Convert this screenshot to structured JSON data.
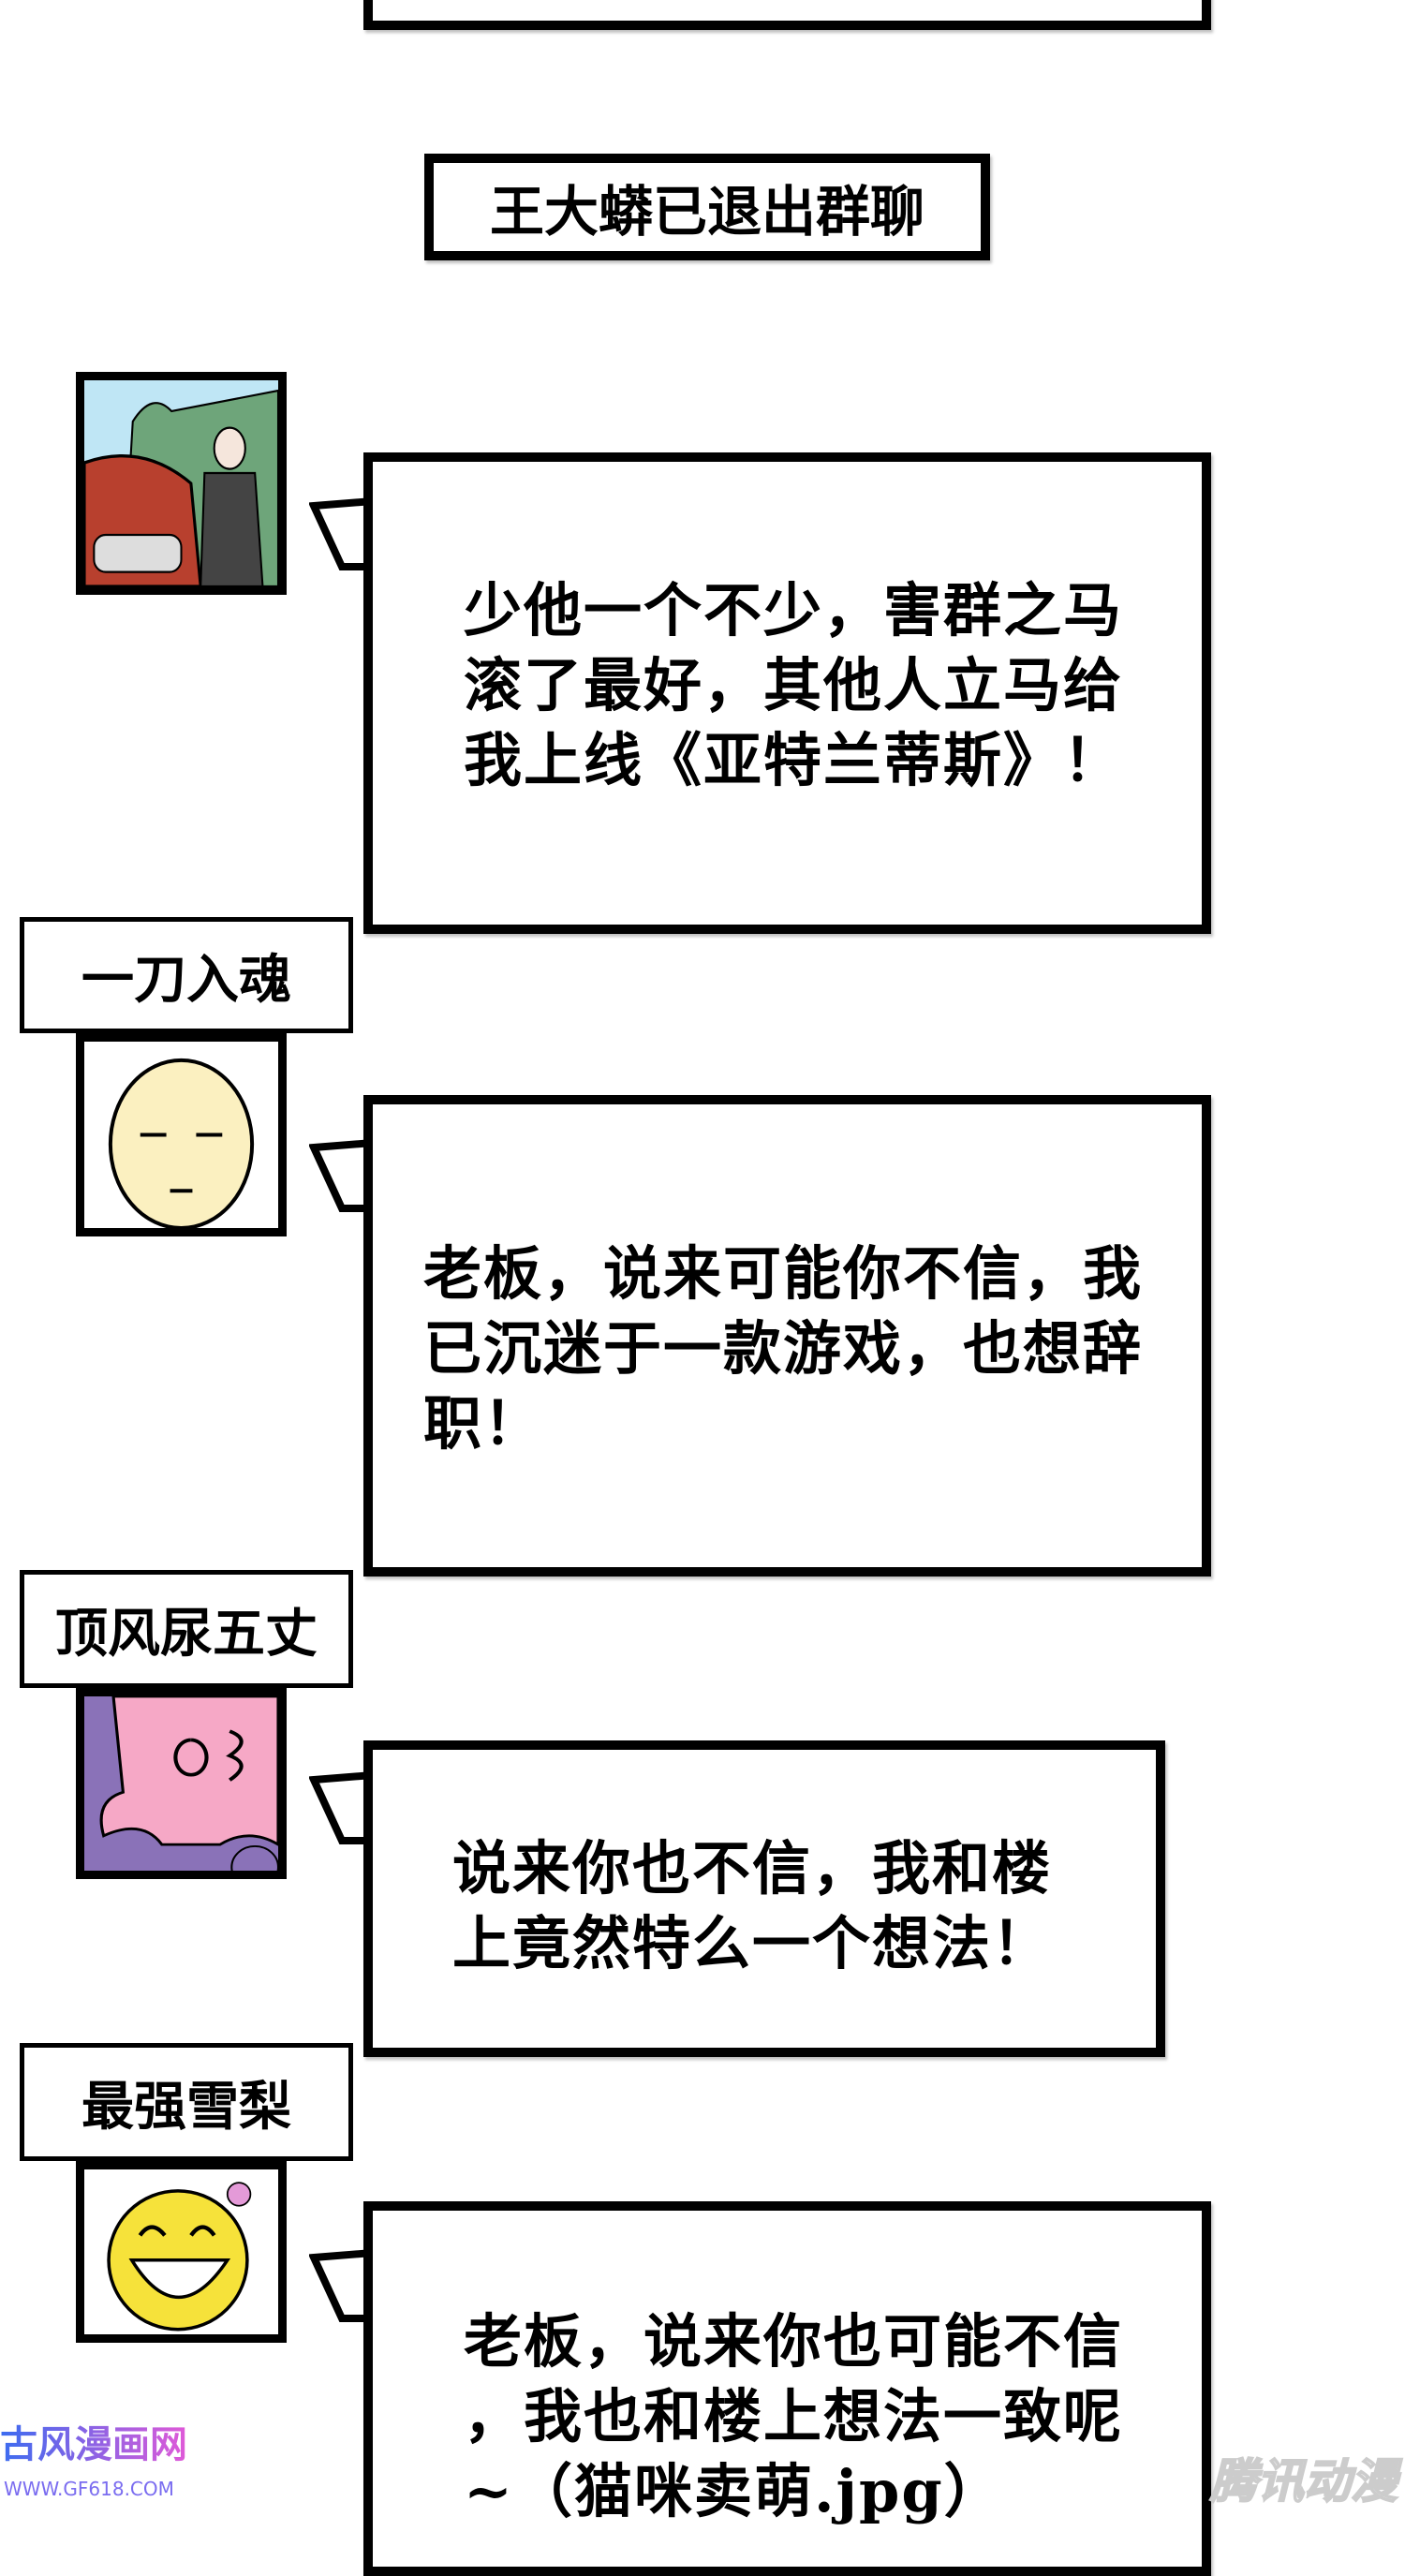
{
  "system_message": "王大蟒已退出群聊",
  "messages": [
    {
      "sender": "",
      "avatar": "man-with-car-avatar",
      "text": "少他一个不少，害群之马\n滚了最好，其他人立马给\n我上线《亚特兰蒂斯》！"
    },
    {
      "sender": "一刀入魂",
      "avatar": "bald-man-avatar",
      "text": "老板，说来可能你不信，我\n已沉迷于一款游戏，也想辞\n职！"
    },
    {
      "sender": "顶风尿五丈",
      "avatar": "pink-elephant-avatar",
      "text": "说来你也不信，我和楼\n上竟然特么一个想法！"
    },
    {
      "sender": "最强雪梨",
      "avatar": "laughing-smiley-avatar",
      "text": "老板，说来你也可能不信\n，我也和楼上想法一致呢\n~（猫咪卖萌.jpg）"
    }
  ],
  "watermarks": {
    "left": "古风漫画网",
    "left_url": "WWW.GF618.COM",
    "right": "腾讯动漫"
  }
}
